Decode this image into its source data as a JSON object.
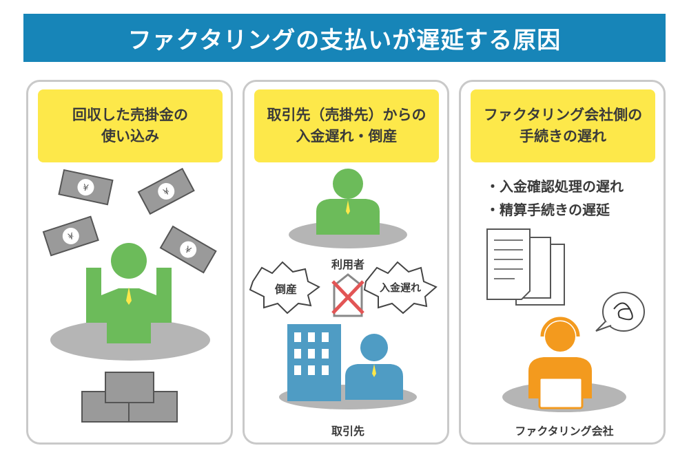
{
  "title": "ファクタリングの支払いが遅延する原因",
  "panels": [
    {
      "heading_lines": [
        "回収した売掛金の",
        "使い込み"
      ]
    },
    {
      "heading_lines": [
        "取引先（売掛先）からの",
        "入金遅れ・倒産"
      ],
      "labels": {
        "user": "利用者",
        "bankruptcy": "倒産",
        "late_payment": "入金遅れ",
        "client": "取引先"
      }
    },
    {
      "heading_lines": [
        "ファクタリング会社側の",
        "手続きの遅れ"
      ],
      "bullets": [
        "・入金確認処理の遅れ",
        "・精算手続きの遅延"
      ],
      "labels": {
        "company": "ファクタリング会社"
      }
    }
  ],
  "colors": {
    "header": "#1785b8",
    "yellow": "#fde84a",
    "green": "#6cbb5a",
    "blue": "#4f9cc4",
    "orange": "#f39a1e"
  }
}
